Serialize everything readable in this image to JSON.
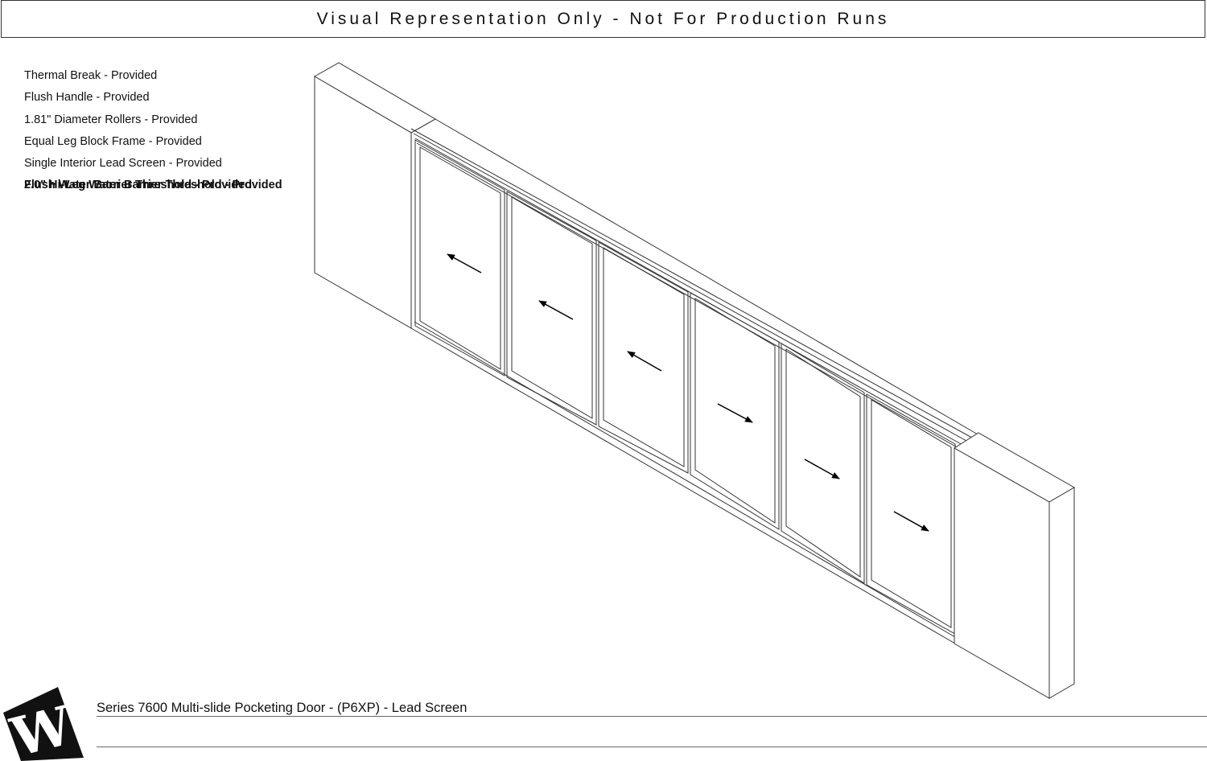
{
  "banner": {
    "text": "Visual Representation Only - Not For Production Runs"
  },
  "features": [
    "Thermal Break - Provided",
    "Flush Handle - Provided",
    "1.81\" Diameter Rollers - Provided",
    "Equal Leg Block Frame - Provided",
    "Single Interior Lead Screen - Provided"
  ],
  "overlapping_features": [
    "2.0\" Hi-Leg Water Barrier Threshold - Provided",
    "Flush Water Barrier Threshold - Provided"
  ],
  "drawing": {
    "panel_count": 6,
    "panel_directions": [
      "left",
      "left",
      "left",
      "right",
      "right",
      "right"
    ]
  },
  "footer": {
    "title": "Series 7600 Multi-slide Pocketing Door - (P6XP) - Lead Screen",
    "logo_letter": "W"
  }
}
